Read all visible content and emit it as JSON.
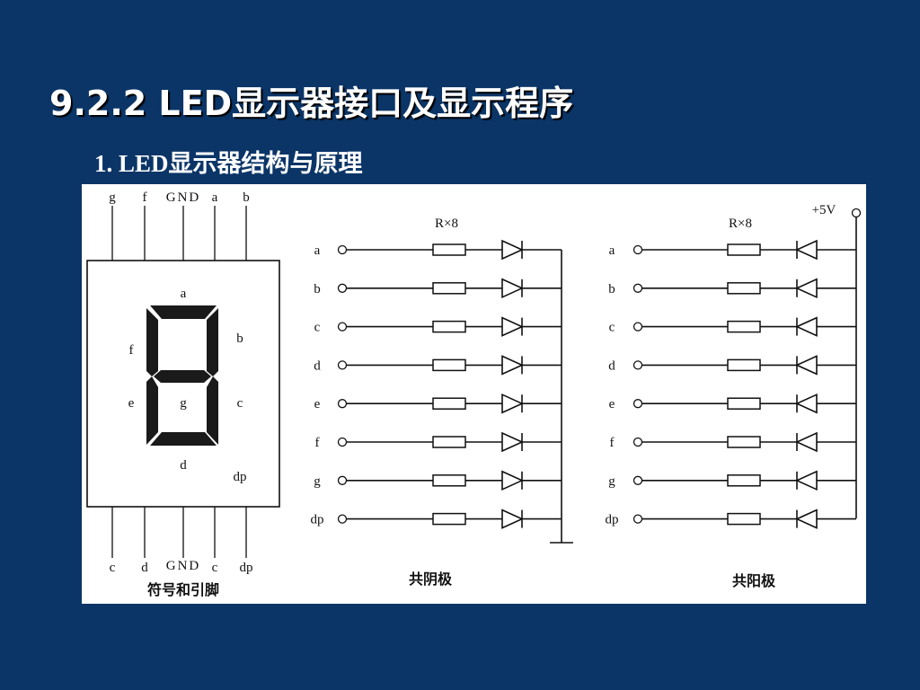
{
  "slide": {
    "title": "9.2.2  LED显示器接口及显示程序",
    "subtitle": "1. LED显示器结构与原理"
  },
  "diagram": {
    "top_pins": [
      "g",
      "f",
      "GND",
      "a",
      "b"
    ],
    "bottom_pins": [
      "c",
      "d",
      "GND",
      "c",
      "dp"
    ],
    "segment_labels": {
      "a": "a",
      "b": "b",
      "c": "c",
      "d": "d",
      "e": "e",
      "f": "f",
      "g": "g",
      "dp": "dp"
    },
    "symbol_caption": "符号和引脚",
    "resistor_label": "R×8",
    "supply_label": "+5V",
    "rows": [
      "a",
      "b",
      "c",
      "d",
      "e",
      "f",
      "g",
      "dp"
    ],
    "common_cathode_caption": "共阴极",
    "common_anode_caption": "共阳极"
  },
  "colors": {
    "background": "#0b3567",
    "title_text": "#ffffff",
    "figure_bg": "#ffffff",
    "ink": "#111111"
  }
}
